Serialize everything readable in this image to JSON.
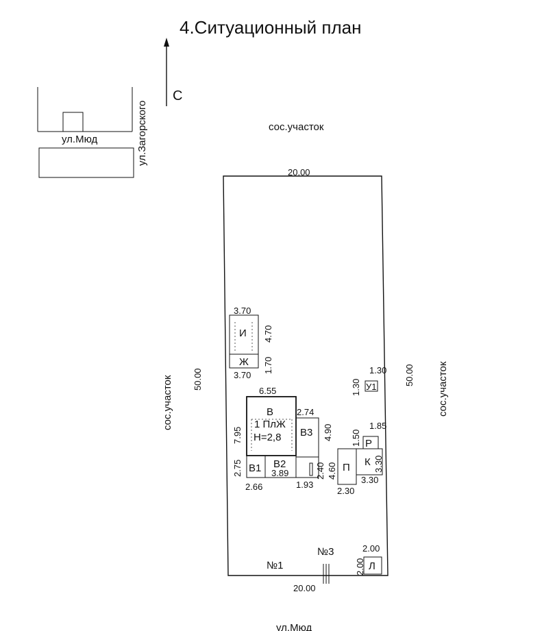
{
  "title": "4.Ситуационный план",
  "north_label": "С",
  "inset": {
    "street_1": "ул.Мюд",
    "street_2": "ул.Загорского"
  },
  "neighbors": {
    "top": "сос.участок",
    "left": "сос.участок",
    "right": "сос.участок"
  },
  "street_bottom": "ул.Мюд",
  "plot": {
    "width_top": "20.00",
    "width_bottom": "20.00",
    "length_left": "50.00",
    "length_right": "50.00"
  },
  "markers": {
    "point_1": "№1",
    "point_3": "№3"
  },
  "buildings": {
    "I": {
      "label": "И",
      "dim_top": "3.70",
      "dim_side": "4.70"
    },
    "Zh": {
      "label": "Ж",
      "dim_bottom": "3.70",
      "dim_side": "1.70"
    },
    "main": {
      "label_v": "В",
      "label_main": "1 ПлЖ",
      "label_h": "Н=2,8",
      "dim_top": "6.55",
      "dim_left": "7.95"
    },
    "V1": {
      "label": "В1",
      "dim_left": "2.75",
      "dim_bottom": "2.66"
    },
    "V2": {
      "label": "В2",
      "dim_bottom": "3.89"
    },
    "V3": {
      "label": "В3",
      "dim_top": "2.74",
      "dim_side": "4.90"
    },
    "annex": {
      "dim_side": "2.40",
      "dim_bottom": "1.93"
    },
    "U1": {
      "label": "У1",
      "dim_top": "1.30",
      "dim_side": "1.30"
    },
    "R": {
      "label": "Р",
      "dim_top": "1.85",
      "dim_side": "1.50"
    },
    "K": {
      "label": "К",
      "dim_side": "3.30",
      "dim_bottom": "3.30"
    },
    "P": {
      "label": "П",
      "dim_side": "4.60",
      "dim_bottom": "2.30"
    },
    "L": {
      "label": "Л",
      "dim_top": "2.00",
      "dim_side": "2.00"
    }
  }
}
